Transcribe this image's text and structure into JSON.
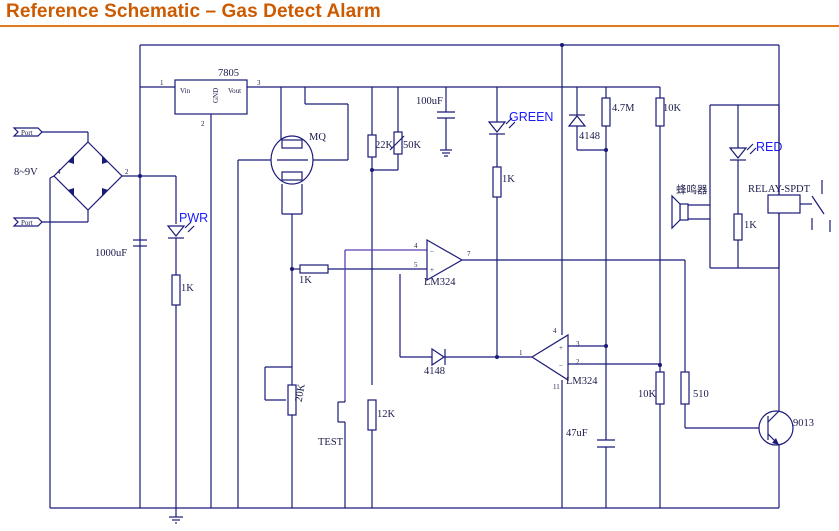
{
  "title": "Reference Schematic – Gas Detect Alarm",
  "colors": {
    "title": "#cc5a00",
    "wire": "#1a1a7a",
    "led_label": "#1a1aff"
  },
  "labels": {
    "regulator": "7805",
    "vin": "Vin",
    "gnd": "GND",
    "vout": "Vout",
    "pin1": "1",
    "pin2": "2",
    "pin3": "3",
    "supply": "8~9V",
    "port": "Port",
    "bridge_pin2": "2",
    "bridge_pin4": "4",
    "cap_1000": "1000uF",
    "led_pwr": "PWR",
    "r_pwr": "1K",
    "sensor": "MQ",
    "r_22k": "22K",
    "r_50k": "50K",
    "cap_100": "100uF",
    "led_green": "GREEN",
    "r_green": "1K",
    "diode_4148_a": "4148",
    "r_47m": "4.7M",
    "r_10k_top": "10K",
    "buzzer": "蜂鸣器",
    "led_red": "RED",
    "relay": "RELAY-SPDT",
    "r_red": "1K",
    "r_1k_mid": "1K",
    "opamp_a": "LM324",
    "pin4_a": "4",
    "pin5_a": "5",
    "pin7_a": "7",
    "diode_4148_b": "4148",
    "r_20k": "20K",
    "test": "TEST",
    "r_12k": "12K",
    "opamp_b": "LM324",
    "pin4_b": "4",
    "pin3_b": "3",
    "pin2_b": "2",
    "pin1_b": "1",
    "pin11_b": "11",
    "cap_47": "47uF",
    "r_10k_bot": "10K",
    "r_510": "510",
    "transistor": "9013"
  }
}
